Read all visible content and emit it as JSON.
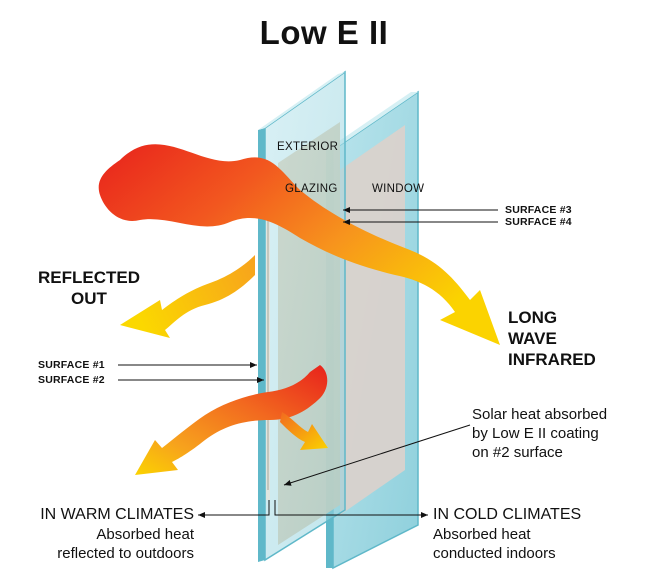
{
  "title": "Low E II",
  "labels": {
    "exterior": "EXTERIOR",
    "glazing": "GLAZING",
    "window": "WINDOW",
    "surface3": "SURFACE #3",
    "surface4": "SURFACE #4",
    "surface1": "SURFACE #1",
    "surface2": "SURFACE #2",
    "reflected_line1": "REFLECTED",
    "reflected_line2": "OUT",
    "infrared_line1": "LONG",
    "infrared_line2": "WAVE",
    "infrared_line3": "INFRARED",
    "solar_line1": "Solar heat absorbed",
    "solar_line2": "by Low E II coating",
    "solar_line3": "on #2 surface",
    "warm_heading": "IN WARM CLIMATES",
    "warm_line1": "Absorbed heat",
    "warm_line2": "reflected to outdoors",
    "cold_heading": "IN COLD CLIMATES",
    "cold_line1": "Absorbed heat",
    "cold_line2": "conducted indoors"
  },
  "colors": {
    "glass_face": "#a9dbe4",
    "glass_edge": "#5fb8c9",
    "glazing_panel": "#e6c8a4",
    "window_panel": "#d9d2cc",
    "heat_red": "#e8221c",
    "heat_orange": "#f7941d",
    "heat_yellow": "#fbd300"
  }
}
